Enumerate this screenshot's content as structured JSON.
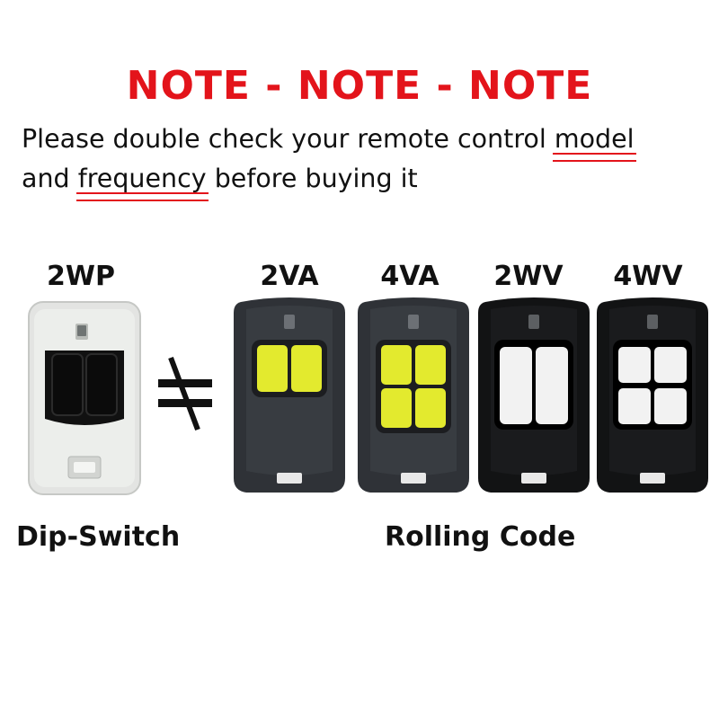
{
  "header": {
    "note_title": "NOTE - NOTE - NOTE",
    "note_color": "#e3141b",
    "line1_pre": "Please double check your remote control ",
    "line1_emph": "model",
    "line2_pre": "and ",
    "line2_emph": "frequency",
    "line2_post": " before buying it",
    "underline_color": "#e3141b"
  },
  "models": [
    {
      "label": "2WP",
      "buttons": 2,
      "body_color": "#e3e4e2",
      "button_color": "#111111"
    },
    {
      "label": "2VA",
      "buttons": 2,
      "body_color": "#2f3237",
      "button_color": "#e3ea2e"
    },
    {
      "label": "4VA",
      "buttons": 4,
      "body_color": "#2f3237",
      "button_color": "#e3ea2e"
    },
    {
      "label": "2WV",
      "buttons": 2,
      "body_color": "#121314",
      "button_color": "#f2f2f2"
    },
    {
      "label": "4WV",
      "buttons": 4,
      "body_color": "#121314",
      "button_color": "#f2f2f2"
    }
  ],
  "comparison": {
    "symbol_icon": "not-equal-icon"
  },
  "captions": {
    "left": "Dip-Switch",
    "right": "Rolling Code"
  }
}
